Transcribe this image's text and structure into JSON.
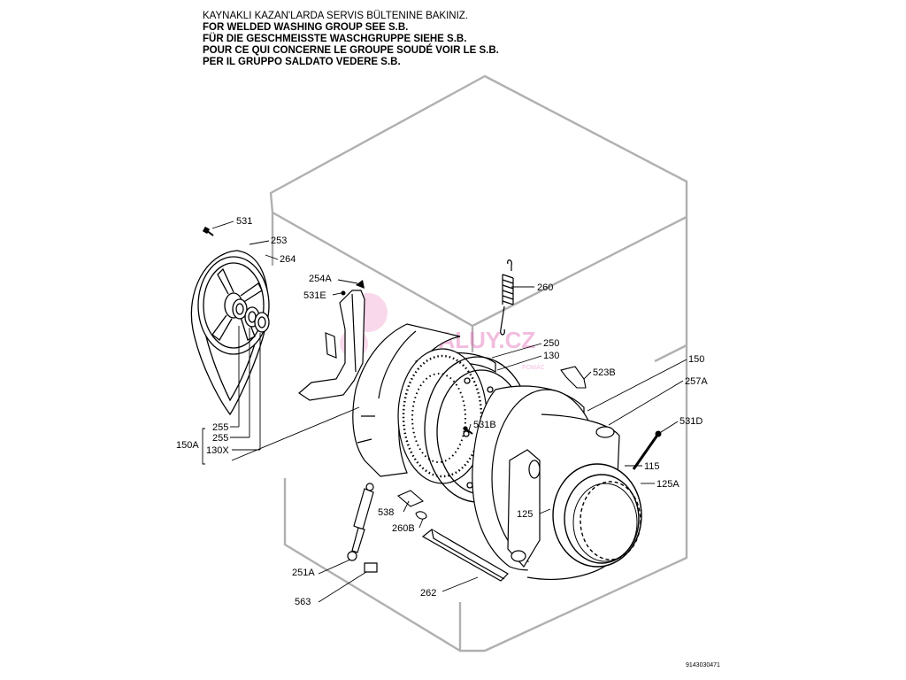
{
  "notes": [
    {
      "text": "KAYNAKLI KAZAN'LARDA SERVIS BÜLTENINE BAKINIZ.",
      "bold": false
    },
    {
      "text": "FOR WELDED WASHING GROUP SEE S.B.",
      "bold": true
    },
    {
      "text": "FÜR DIE GESCHMEISSTE WASCHGRUPPE SIEHE S.B.",
      "bold": true
    },
    {
      "text": "POUR CE QUI CONCERNE LE GROUPE SOUDÉ VOIR LE S.B.",
      "bold": true
    },
    {
      "text": "PER IL GRUPPO SALDATO VEDERE S.B.",
      "bold": true
    }
  ],
  "watermark": "AWALUY.CZ",
  "watermark_small": "POMÁC",
  "parts": {
    "p531": "531",
    "p253": "253",
    "p264": "264",
    "p254A": "254A",
    "p531E": "531E",
    "p260": "260",
    "p250": "250",
    "p130": "130",
    "p523B": "523B",
    "p150": "150",
    "p257A": "257A",
    "p531B": "531B",
    "p531D": "531D",
    "p115": "115",
    "p125A": "125A",
    "p125": "125",
    "p255a": "255",
    "p255b": "255",
    "p150A": "150A",
    "p130X": "130X",
    "p538": "538",
    "p260B": "260B",
    "p251A": "251A",
    "p563": "563",
    "p262": "262"
  },
  "doc_id": "9143030471",
  "colors": {
    "line": "#000000",
    "cabinet": "#b0b0b0",
    "watermark": "#e46fb8"
  }
}
